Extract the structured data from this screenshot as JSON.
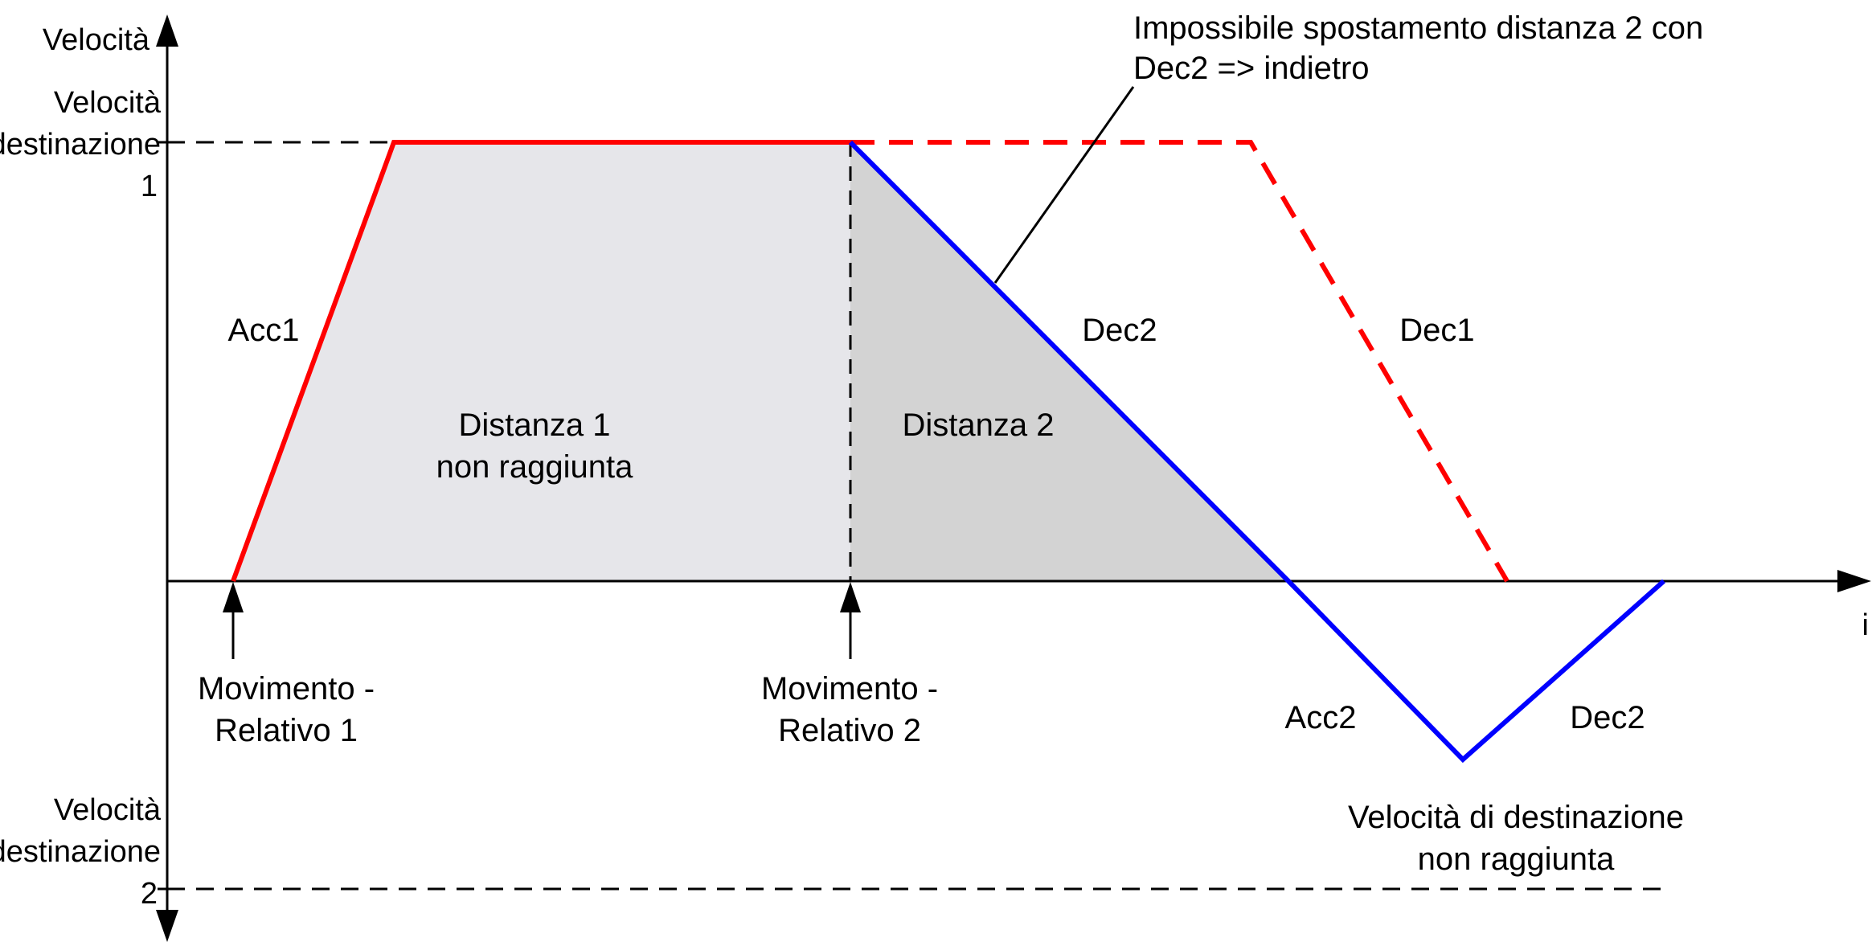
{
  "axes": {
    "y_label": "Velocità",
    "x_label": "i"
  },
  "levels": {
    "top": {
      "line1": "Velocità",
      "line2": "destinazione",
      "line3": "1"
    },
    "bottom": {
      "line1": "Velocità",
      "line2": "destinazione",
      "line3": "2"
    }
  },
  "segments": {
    "acc1": "Acc1",
    "dec2_upper": "Dec2",
    "dec1": "Dec1",
    "acc2": "Acc2",
    "dec2_lower": "Dec2"
  },
  "areas": {
    "distance1": {
      "line1": "Distanza 1",
      "line2": "non raggiunta"
    },
    "distance2": {
      "line1": "Distanza 2"
    }
  },
  "events": {
    "move1": {
      "line1": "Movimento -",
      "line2": "Relativo 1"
    },
    "move2": {
      "line1": "Movimento -",
      "line2": "Relativo 2"
    }
  },
  "notes": {
    "impossible": {
      "line1": "Impossibile spostamento distanza 2 con",
      "line2": "Dec2 => indietro"
    },
    "not_reached": {
      "line1": "Velocità di destinazione",
      "line2": "non raggiunta"
    }
  },
  "colors": {
    "profile1": "#ff0000",
    "profile2": "#0000ff",
    "area1": "#e6e6ea",
    "area2": "#d3d3d3",
    "axis": "#000000"
  }
}
